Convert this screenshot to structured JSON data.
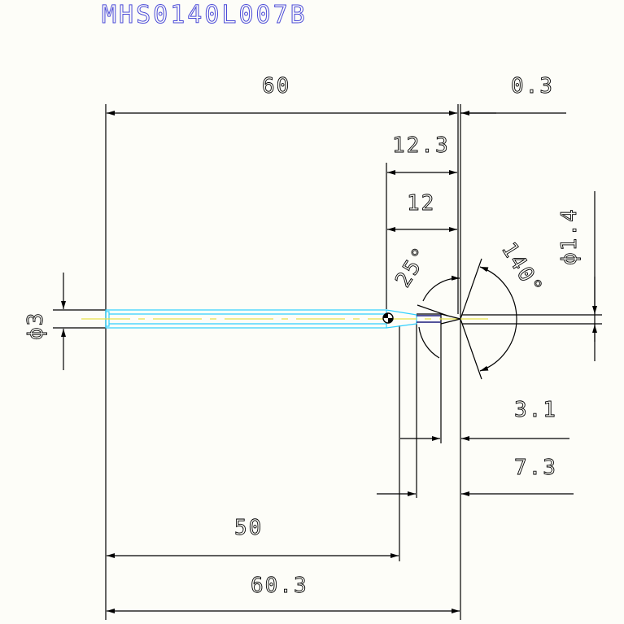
{
  "part_number": "MHS0140L007B",
  "dimensions": {
    "overall_length": "60",
    "tip_offset": "0.3",
    "flute_length_total": "12.3",
    "flute_length": "12",
    "neck_angle": "25°",
    "point_angle": "140°",
    "tip_diameter": "ϕ1.4",
    "shank_diameter": "ϕ3",
    "step_1": "3.1",
    "step_2": "7.3",
    "shank_length": "50",
    "total_length": "60.3"
  },
  "colors": {
    "lines": "#000000",
    "tool_outline": "#2fd0ff",
    "centerline": "#e8e24a",
    "title": "#4a4ad8"
  }
}
